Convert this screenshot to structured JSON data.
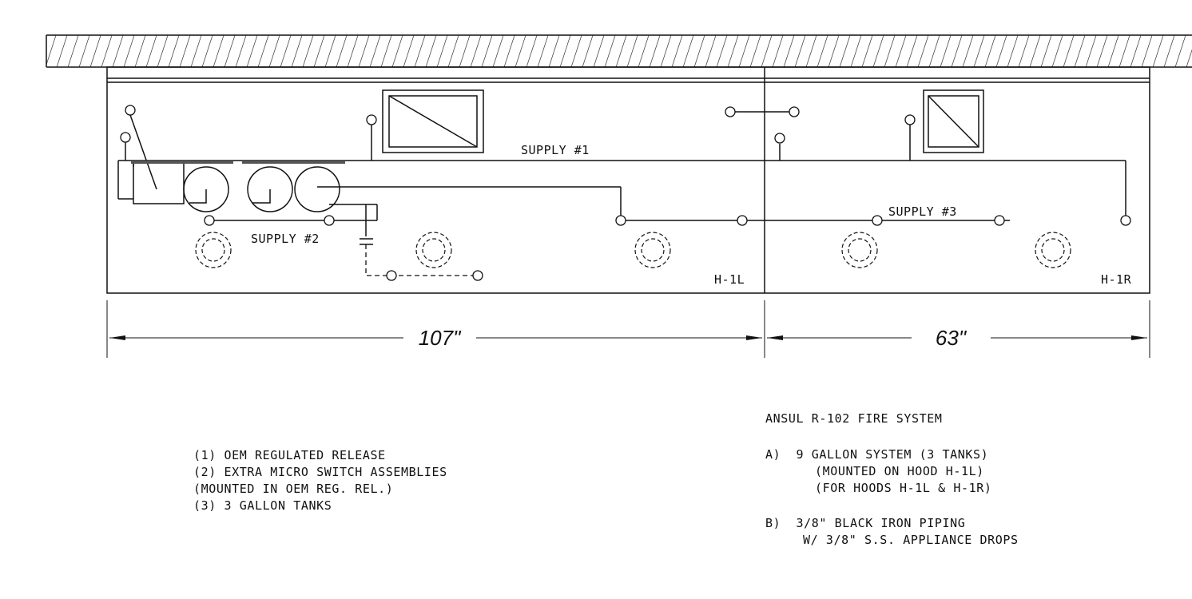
{
  "hoods": [
    {
      "id": "H-1L",
      "width": "107\""
    },
    {
      "id": "H-1R",
      "width": "63\""
    }
  ],
  "supplies": [
    "SUPPLY #1",
    "SUPPLY #2",
    "SUPPLY #3"
  ],
  "legend_left": [
    "(1) OEM REGULATED RELEASE",
    "(2) EXTRA MICRO SWITCH ASSEMBLIES",
    "(MOUNTED IN OEM REG. REL.)",
    "(3) 3 GALLON TANKS"
  ],
  "system": {
    "title": "ANSUL R-102 FIRE SYSTEM",
    "item_a": [
      "A)  9 GALLON SYSTEM (3 TANKS)",
      "(MOUNTED ON HOOD H-1L)",
      "(FOR HOODS H-1L & H-1R)"
    ],
    "item_b": [
      "B)  3/8\" BLACK IRON PIPING",
      "W/ 3/8\" S.S. APPLIANCE DROPS"
    ]
  }
}
